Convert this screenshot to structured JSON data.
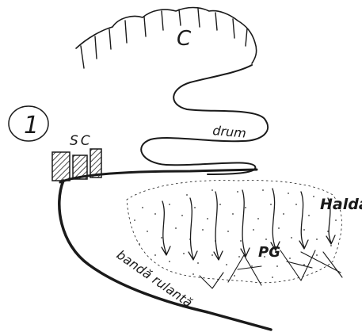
{
  "figure_number": "1",
  "labels": {
    "cariera": "C",
    "statie_concasare": "SC",
    "drum": "drum",
    "halda": "Haldă",
    "perimetru": "PG",
    "banda": "bandă rulantă"
  },
  "colors": {
    "ink": "#1a1a1a",
    "background": "#ffffff"
  }
}
